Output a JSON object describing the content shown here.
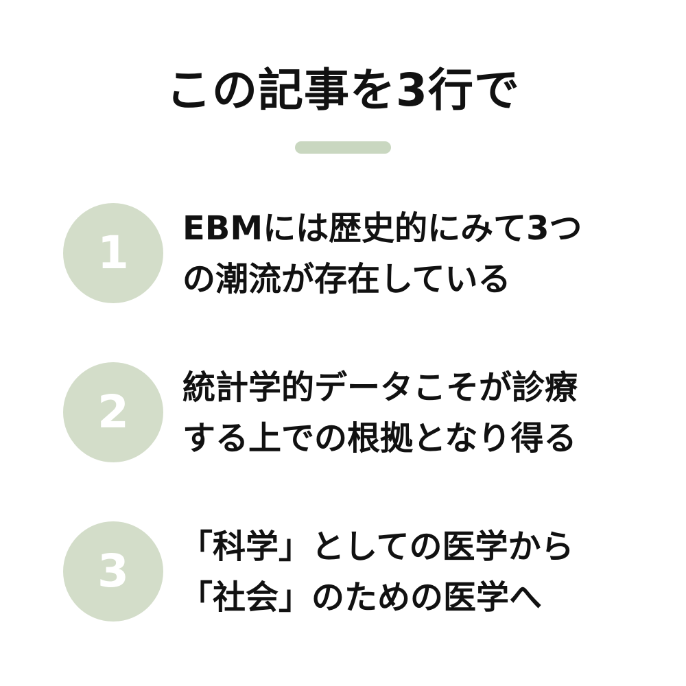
{
  "title": "この記事を3行で",
  "colors": {
    "accent": "#c9d7c0",
    "circle": "#d3ddc9",
    "number": "#ffffff",
    "text": "#111111"
  },
  "items": [
    {
      "number": "1",
      "lines": [
        "EBMには歴史的にみて3つ",
        "の潮流が存在している"
      ]
    },
    {
      "number": "2",
      "lines": [
        "統計学的データこそが診療",
        "する上での根拠となり得る"
      ]
    },
    {
      "number": "3",
      "lines": [
        "「科学」としての医学から",
        "「社会」のための医学へ"
      ]
    }
  ]
}
